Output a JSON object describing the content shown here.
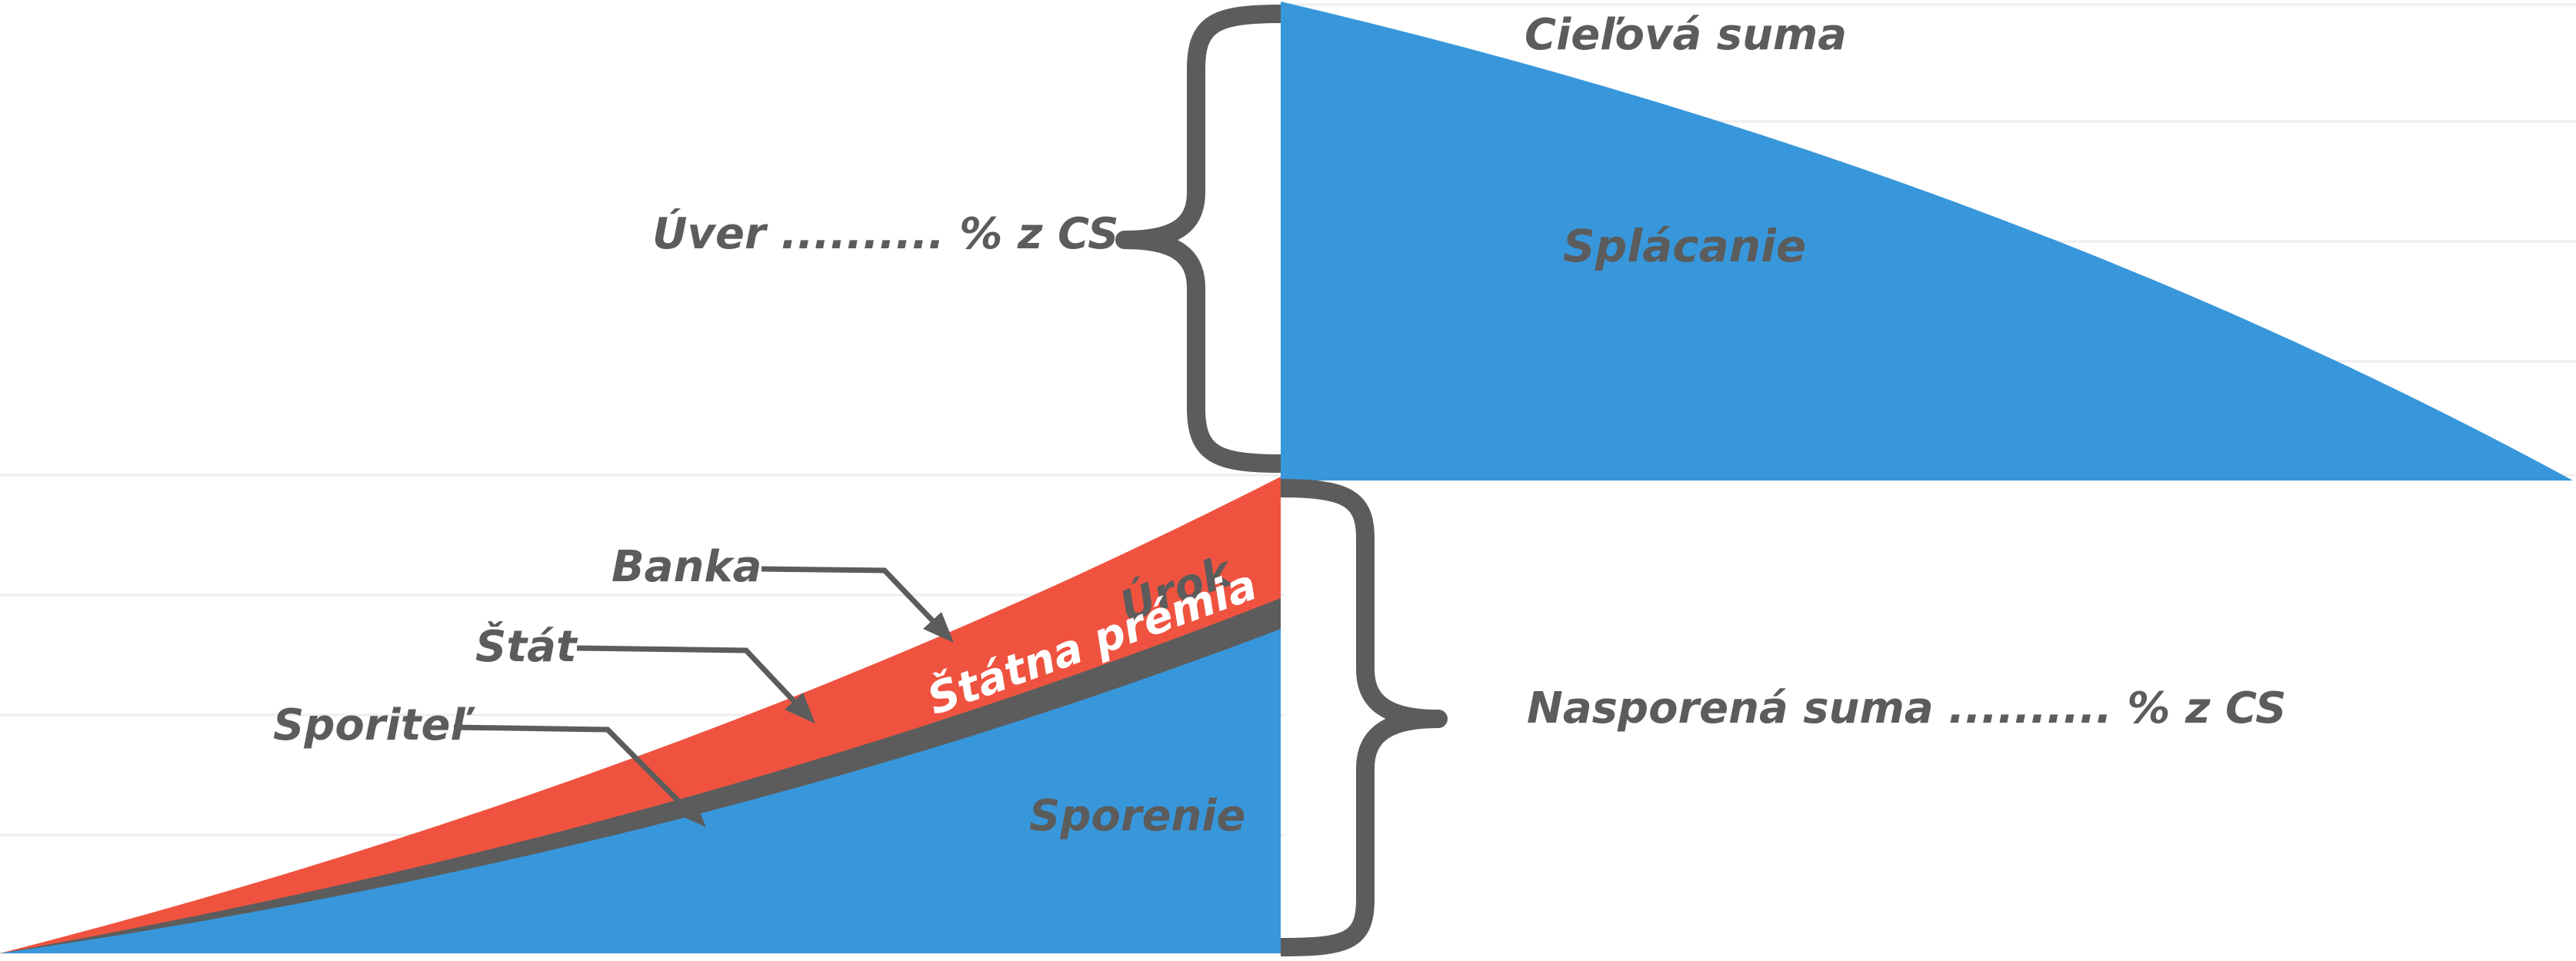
{
  "labels": {
    "target_sum": "Cieľová suma",
    "repayment": "Splácanie",
    "loan": "Úver .......... % z CS",
    "saved_sum": "Nasporená suma .......... % z CS",
    "bank": "Banka",
    "state": "Štát",
    "saver": "Sporiteľ",
    "interest": "Úrok",
    "state_premium": "Štátna prémia",
    "saving": "Sporenie"
  },
  "colors": {
    "blue": "#3897db",
    "red": "#ef5340",
    "gray": "#5c5c5c",
    "white": "#ffffff",
    "gridline": "#eeeeee"
  }
}
